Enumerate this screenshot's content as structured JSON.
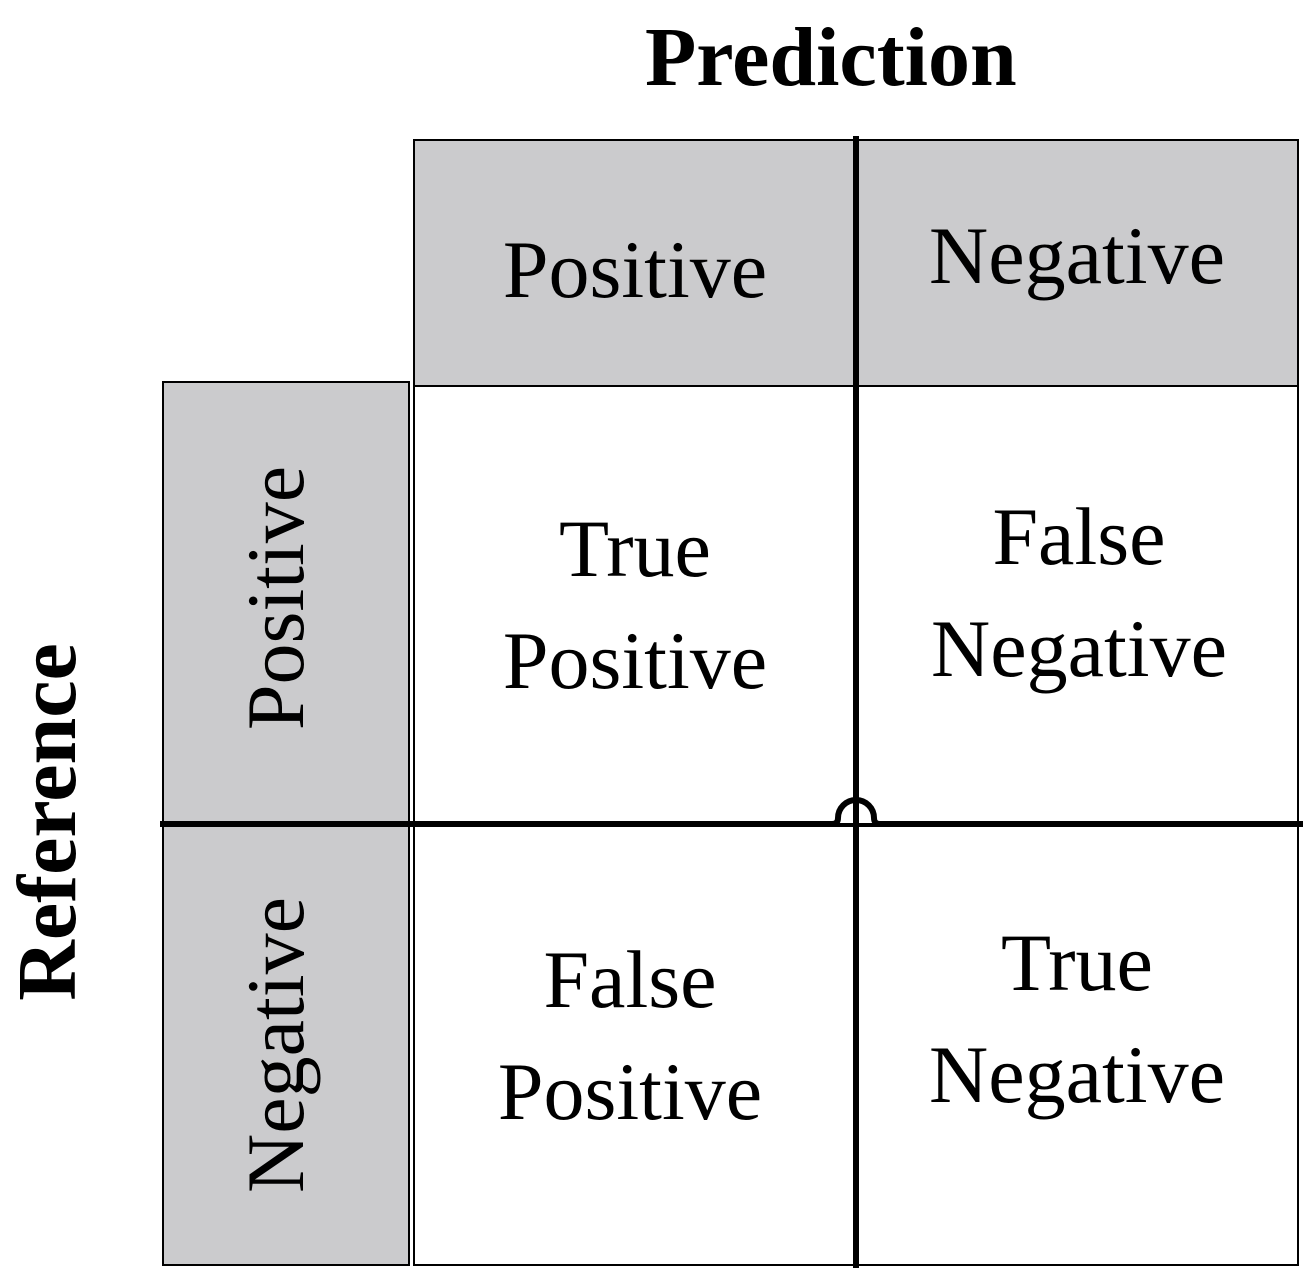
{
  "axis_titles": {
    "prediction": "Prediction",
    "reference": "Reference"
  },
  "column_headers": [
    "Positive",
    "Negative"
  ],
  "row_headers": [
    "Positive",
    "Negative"
  ],
  "cells": {
    "true_positive": [
      "True",
      "Positive"
    ],
    "false_negative": [
      "False",
      "Negative"
    ],
    "false_positive": [
      "False",
      "Positive"
    ],
    "true_negative": [
      "True",
      "Negative"
    ]
  },
  "colors": {
    "header_fill": "#cbcbcd",
    "line": "#000000",
    "background": "#ffffff"
  }
}
